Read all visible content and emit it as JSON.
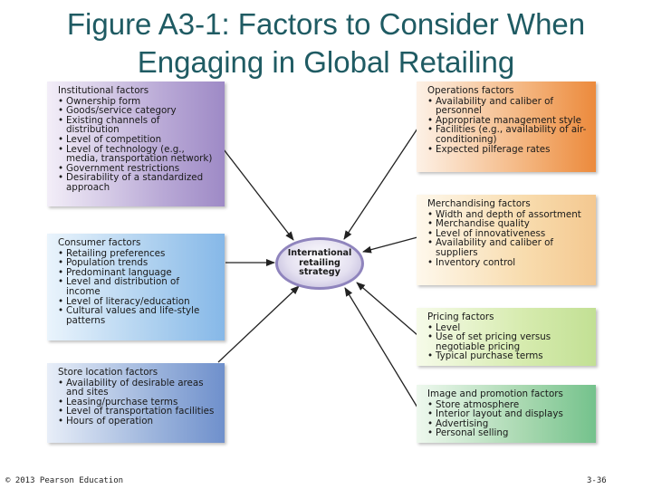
{
  "title": {
    "line1": "Figure A3-1: Factors to Consider When",
    "line2": "Engaging in Global Retailing"
  },
  "center": {
    "text": "International retailing strategy"
  },
  "boxes": {
    "institutional": {
      "title": "Institutional factors",
      "items": [
        "Ownership form",
        "Goods/service category",
        "Existing channels of distribution",
        "Level of competition",
        "Level of technology (e.g., media, transportation network)",
        "Government restrictions",
        "Desirability of a standardized approach"
      ]
    },
    "consumer": {
      "title": "Consumer factors",
      "items": [
        "Retailing preferences",
        "Population trends",
        "Predominant language",
        "Level and distribution of income",
        "Level of literacy/education",
        "Cultural values and life-style patterns"
      ]
    },
    "store_location": {
      "title": "Store location factors",
      "items": [
        "Availability of desirable areas and sites",
        "Leasing/purchase terms",
        "Level of transportation facilities",
        "Hours of operation"
      ]
    },
    "operations": {
      "title": "Operations factors",
      "items": [
        "Availability and caliber of personnel",
        "Appropriate management style",
        "Facilities (e.g., availability of air-conditioning)",
        "Expected pilferage rates"
      ]
    },
    "merchandising": {
      "title": "Merchandising factors",
      "items": [
        "Width and depth of assortment",
        "Merchandise quality",
        "Level of innovativeness",
        "Availability and caliber of suppliers",
        "Inventory control"
      ]
    },
    "pricing": {
      "title": "Pricing factors",
      "items": [
        "Level",
        "Use of set pricing versus negotiable pricing",
        "Typical purchase terms"
      ]
    },
    "image_promotion": {
      "title": "Image and promotion factors",
      "items": [
        "Store atmosphere",
        "Interior layout and displays",
        "Advertising",
        "Personal selling"
      ]
    }
  },
  "footer": {
    "copyright": "© 2013 Pearson Education",
    "page": "3-36"
  },
  "colors": {
    "title": "#1f5b63",
    "arrow": "#222222",
    "institutional": "#9e8ac6",
    "consumer": "#86b8e8",
    "store_location": "#6f90cc",
    "operations": "#ec8a3c",
    "merchandising": "#f4c890",
    "pricing": "#c2e094",
    "image_promotion": "#74c28c"
  }
}
